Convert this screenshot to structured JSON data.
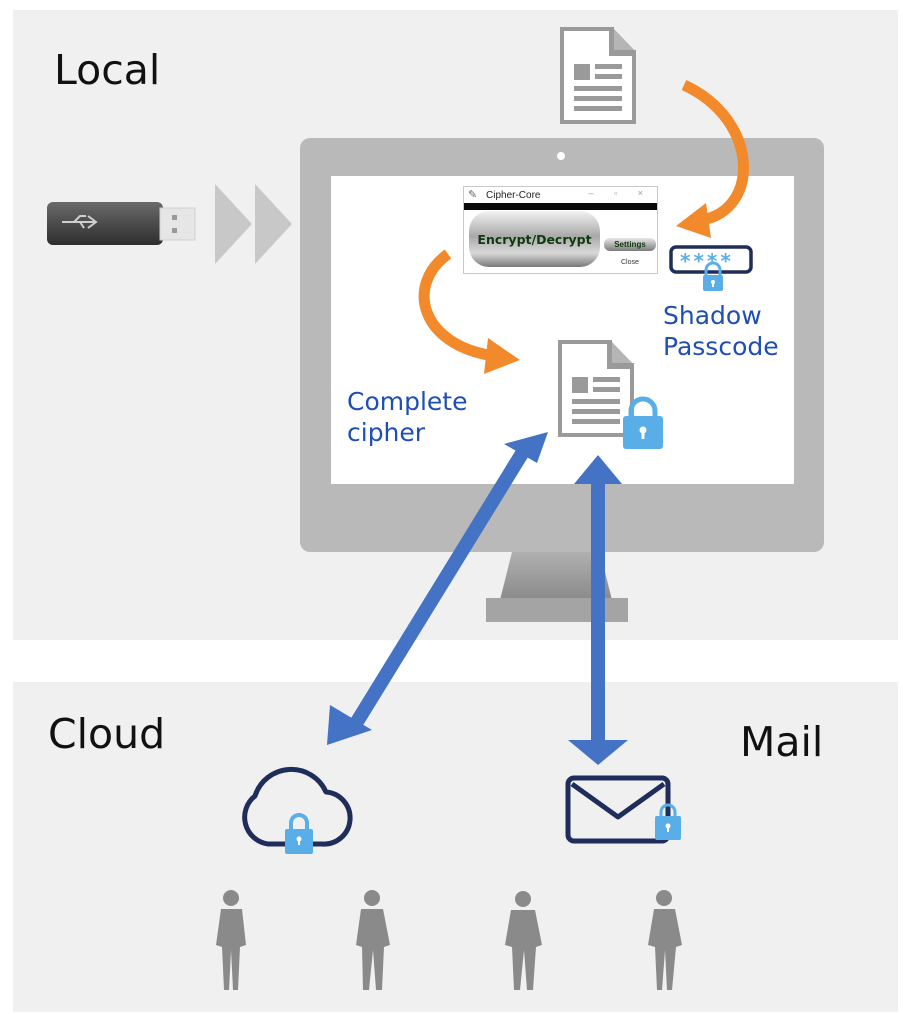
{
  "sections": {
    "local_label": "Local",
    "cloud_label": "Cloud",
    "mail_label": "Mail"
  },
  "labels": {
    "shadow_passcode_line1": "Shadow",
    "shadow_passcode_line2": "Passcode",
    "complete_cipher_line1": "Complete",
    "complete_cipher_line2": "cipher"
  },
  "app_window": {
    "title": "Cipher-Core",
    "window_controls": "– ▫ ×",
    "encrypt_button": "Encrypt/Decrypt",
    "settings_button": "Settings",
    "close_button": "Close"
  },
  "passcode_mask": "****",
  "icons": [
    "usb-drive-icon",
    "document-icon",
    "monitor-icon",
    "password-field-icon",
    "locked-document-icon",
    "cloud-lock-icon",
    "mail-lock-icon",
    "person-icon"
  ],
  "colors": {
    "panel_bg": "#f0f0f0",
    "orange_arrow": "#f28a2c",
    "blue_arrow": "#4472c4",
    "label_blue": "#1f4fb4",
    "lock_blue": "#5aaee8",
    "navy_outline": "#1e2d5a"
  }
}
